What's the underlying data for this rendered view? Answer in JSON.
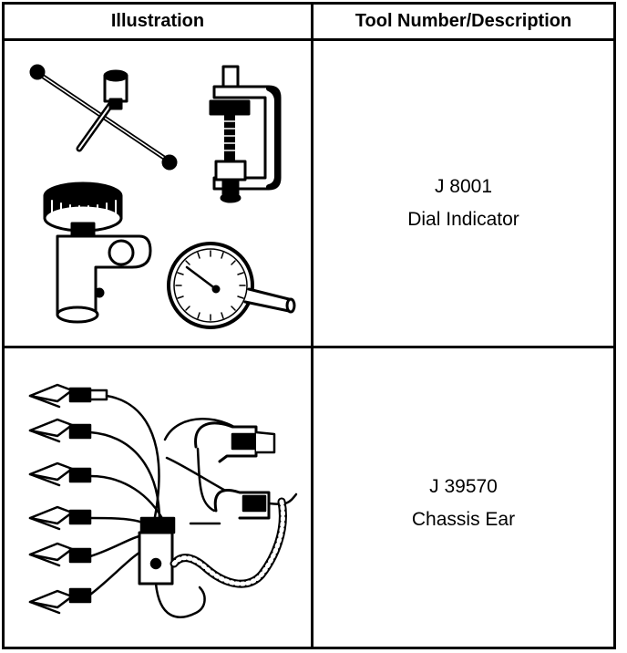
{
  "table": {
    "headers": {
      "illustration": "Illustration",
      "tool": "Tool Number/Description"
    },
    "rows": [
      {
        "tool_number": "J 8001",
        "description": "Dial Indicator",
        "illustration_icon": "dial-indicator-set-illustration"
      },
      {
        "tool_number": "J 39570",
        "description": "Chassis Ear",
        "illustration_icon": "chassis-ear-kit-illustration"
      }
    ]
  }
}
